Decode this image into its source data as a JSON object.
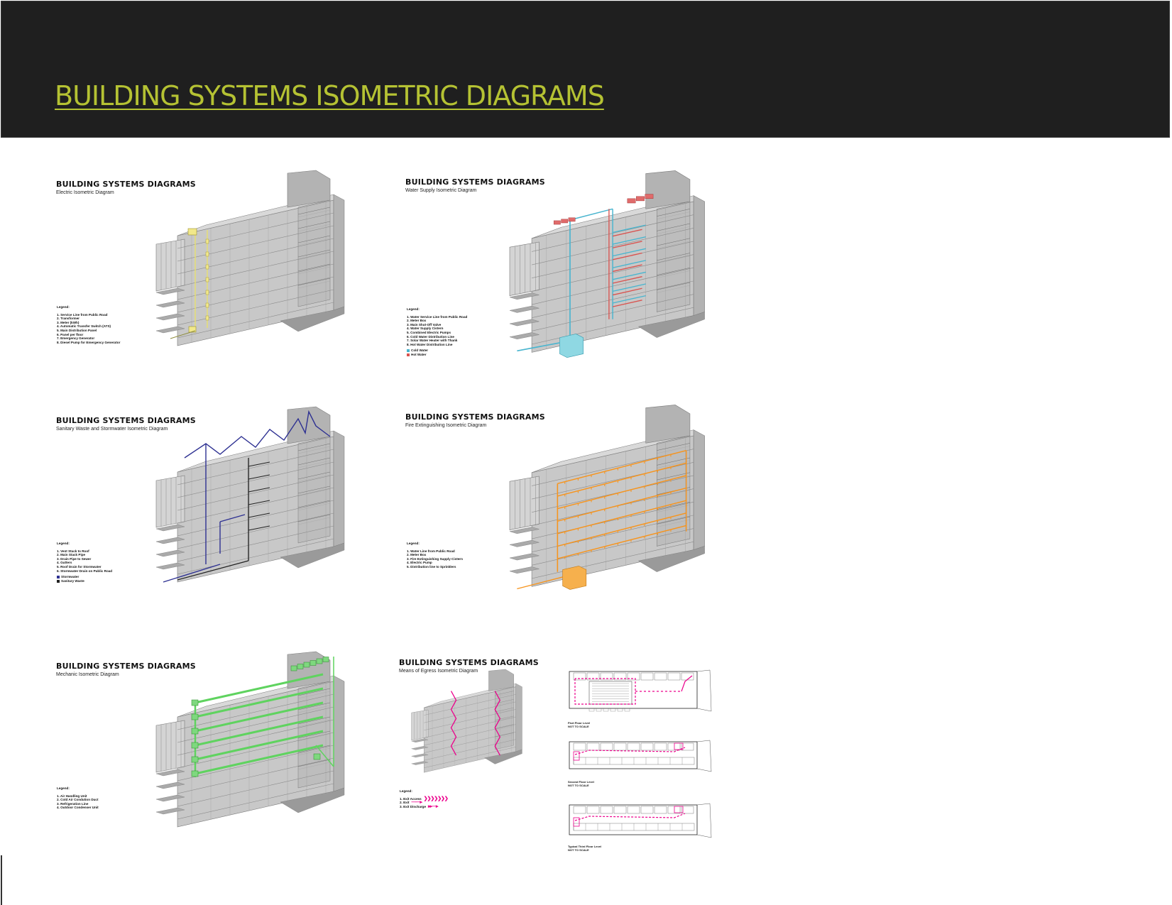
{
  "page_title": "BUILDING SYSTEMS ISOMETRIC DIAGRAMS",
  "colors": {
    "header_bg": "#1f1f1f",
    "title": "#b5c233",
    "electric": "#e8e070",
    "cold_water": "#49b5cf",
    "hot_water": "#d9534f",
    "stormwater": "#2e3192",
    "sanitary": "#222222",
    "fire": "#f7941d",
    "mechanic": "#5fd35f",
    "egress": "#ec008c"
  },
  "panels": {
    "electric": {
      "title": "BUILDING SYSTEMS DIAGRAMS",
      "subtitle": "Electric Isometric Diagram",
      "legend_heading": "Legend:",
      "legend_items": [
        "1. Service Line from Public Road",
        "2. Transformer",
        "3. Meter (kWh)",
        "4. Automatic Transfer Switch (ATS)",
        "5. Main Distribution Panel",
        "6. Panel per floor",
        "7. Emergency Generator",
        "8. Diesel Pump for Emergency Generator"
      ]
    },
    "water": {
      "title": "BUILDING SYSTEMS DIAGRAMS",
      "subtitle": "Water Supply Isometric Diagram",
      "legend_heading": "Legend:",
      "legend_items": [
        "1. Water Service Line from Public Road",
        "2. Meter Box",
        "3. Main Shut-Off Valve",
        "4. Water Supply Cistern",
        "5. Combined Electric Pumps",
        "6. Cold Water Distribution Line",
        "7. Solar Water Heater with Thank",
        "8. Hot Water Distribution Line"
      ],
      "legend_keys": [
        "Cold Water",
        "Hot Water"
      ]
    },
    "sanitary": {
      "title": "BUILDING SYSTEMS DIAGRAMS",
      "subtitle": "Sanitary Waste and Stormwater Isometric Diagram",
      "legend_heading": "Legend:",
      "legend_items": [
        "1. Vent Stack to Roof",
        "2. Main Stack Pipe",
        "3. Drain Pipe to Sewer",
        "4. Gutters",
        "5. Roof Drain for Stormwater",
        "6. Stormwater Drain on Public Road"
      ],
      "legend_keys": [
        "Stormwater",
        "Sanitary Waste"
      ]
    },
    "fire": {
      "title": "BUILDING SYSTEMS DIAGRAMS",
      "subtitle": "Fire Extinguishing Isometric Diagram",
      "legend_heading": "Legend:",
      "legend_items": [
        "1. Water Line from Public Road",
        "2. Meter Box",
        "3. Fire Extinguishing Supply Cistern",
        "4. Electric Pump",
        "5. Distribution line to Sprinklers"
      ]
    },
    "mechanic": {
      "title": "BUILDING SYSTEMS DIAGRAMS",
      "subtitle": "Mechanic Isometric Diagram",
      "legend_heading": "Legend:",
      "legend_items": [
        "1. Air Handling Unit",
        "2. Cold Air Condution Duct",
        "3. Refrigeration Line",
        "4. Outdoor Condenser Unit"
      ]
    },
    "egress": {
      "title": "BUILDING SYSTEMS DIAGRAMS",
      "subtitle": "Means of Egress Isometric Diagram",
      "legend_heading": "Legend:",
      "legend_items": [
        "1. Exit Access",
        "2. Exit",
        "3. Exit Discharge"
      ],
      "plans": [
        {
          "label": "Fisrt Floor Level",
          "scale": "NOT TO SCALE"
        },
        {
          "label": "Second Floor Level",
          "scale": "NOT TO SCALE"
        },
        {
          "label": "Typical Third Floor Level",
          "scale": "NOT TO SCALE"
        }
      ]
    }
  }
}
